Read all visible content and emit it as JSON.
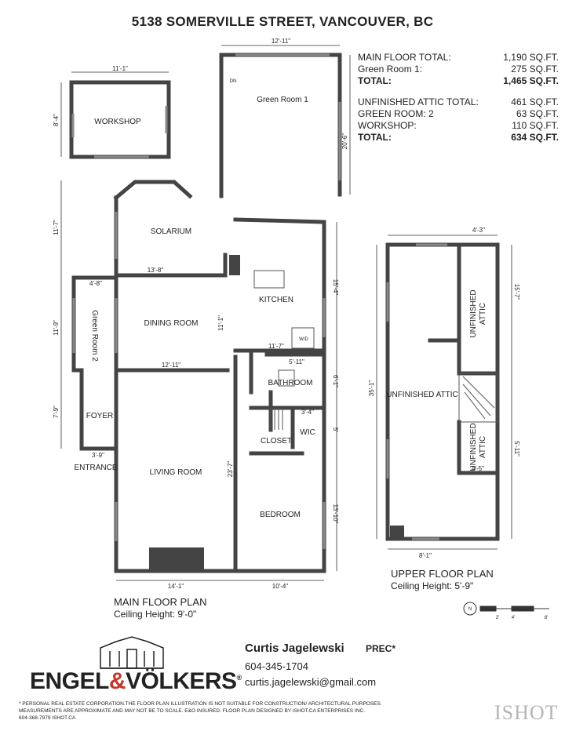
{
  "title": "5138 SOMERVILLE STREET, VANCOUVER, BC",
  "areas": {
    "main_floor_total_label": "MAIN FLOOR TOTAL:",
    "main_floor_total_value": "1,190 SQ.FT.",
    "green_room_1_label": "Green Room 1:",
    "green_room_1_value": "275 SQ.FT.",
    "total_1_label": "TOTAL:",
    "total_1_value": "1,465 SQ.FT.",
    "unfinished_attic_label": "UNFINISHED ATTIC TOTAL:",
    "unfinished_attic_value": "461 SQ.FT.",
    "green_room_2_label": "GREEN ROOM: 2",
    "green_room_2_value": "63 SQ.FT.",
    "workshop_label": "WORKSHOP:",
    "workshop_value": "110 SQ.FT.",
    "total_2_label": "TOTAL:",
    "total_2_value": "634 SQ.FT."
  },
  "rooms": {
    "workshop": "WORKSHOP",
    "green_room_1": "Green Room 1",
    "solarium": "SOLARIUM",
    "kitchen": "KITCHEN",
    "dining_room": "DINING ROOM",
    "green_room_2": "Green Room 2",
    "bathroom": "BATHROOM",
    "foyer": "FOYER",
    "wic": "WIC",
    "closet": "CLOSET",
    "entrance": "ENTRANCE",
    "living_room": "LIVING ROOM",
    "bedroom": "BEDROOM",
    "unfinished_attic_main": "UNFINISHED ATTIC",
    "unfinished_attic_upper_1": "UNFINISHED",
    "unfinished_attic_upper_2": "ATTIC",
    "unfinished_attic_lower_1": "UNFINISHED",
    "unfinished_attic_lower_2": "ATTIC",
    "wd": "W/D",
    "dn": "DN"
  },
  "dimensions": {
    "workshop_w": "11'-1\"",
    "workshop_h": "8'-4\"",
    "green1_w": "12'-11\"",
    "green1_h": "20'-6\"",
    "solarium_h": "11'-7\"",
    "solarium_w": "13'-8\"",
    "green2_w": "4'-8\"",
    "green2_h": "11'-9\"",
    "kitchen_h": "15'-4\"",
    "dining_h": "11'-1\"",
    "kitchen_w": "11'-7\"",
    "living_w": "12'-11\"",
    "bath_w": "5'-11\"",
    "bath_h": "6'-1\"",
    "foyer_h": "7'-9\"",
    "wic_w": "3'-4\"",
    "wic_h": "5'",
    "foyer_w": "3'-9\"",
    "living_h": "23'-7\"",
    "bedroom_h": "13'-10\"",
    "living_bottom": "14'-1\"",
    "bedroom_bottom": "10'-4\"",
    "attic_top": "4'-3\"",
    "attic_right_h": "15'-7\"",
    "attic_h": "35'-1\"",
    "attic_small_h": "5'-11\"",
    "attic_small_w": "4'-5\"",
    "attic_bottom": "8'-1\""
  },
  "plans": {
    "main_name": "MAIN FLOOR PLAN",
    "main_ceiling": "Ceiling Height: 9'-0\"",
    "upper_name": "UPPER FLOOR PLAN",
    "upper_ceiling": "Ceiling Height: 5'-9\""
  },
  "scale": {
    "n": "N",
    "s2": "2'",
    "s4": "4'",
    "s8": "8'"
  },
  "agent": {
    "name": "Curtis Jagelewski",
    "title": "PREC*",
    "phone": "604-345-1704",
    "email": "curtis.jagelewski@gmail.com"
  },
  "brand": {
    "part1": "ENGEL",
    "amp": "&",
    "part2": "VÖLKERS",
    "reg": "®"
  },
  "disclaimer": {
    "line1": "* PERSONAL REAL ESTATE CORPORATION.THE FLOOR PLAN ILLUSTRATION IS NOT SUITABLE FOR CONSTRUCTION/ ARCHITECTURAL PURPOSES.",
    "line2": "MEASUREMENTS ARE APPROXIMATE AND MAY NOT BE TO SCALE. E&O INSURED. FLOOR PLAN DESIGNED BY ISHOT.CA ENTERPRISES INC.",
    "line3": "604-368-7979 ISHOT.CA"
  },
  "watermark": "ISHOT"
}
